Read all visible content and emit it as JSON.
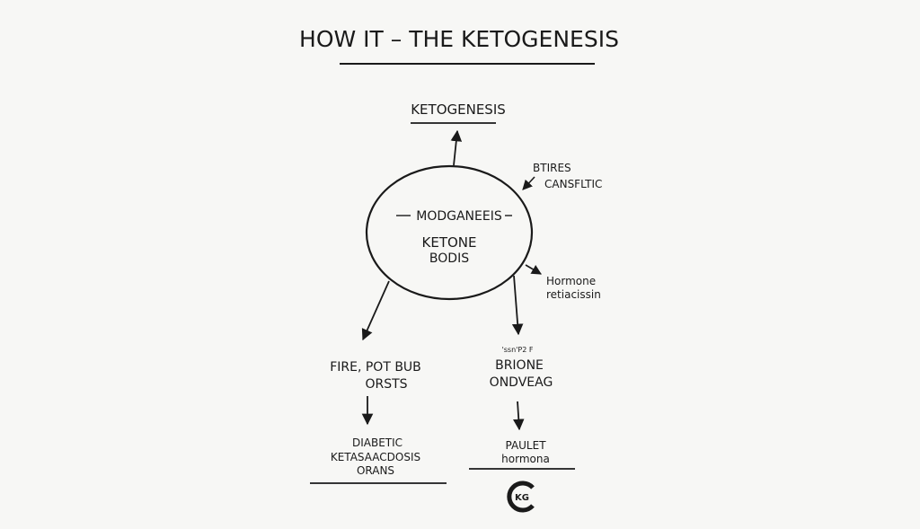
{
  "title": "HOW IT – THE KETOGENESIS",
  "top_label": "KETOGENESIS",
  "circle": {
    "line1": "MODGANEEIS",
    "line2": "KETONE",
    "line3": "BODIS"
  },
  "right_upper": {
    "line1": "BTIRES",
    "line2": "CANSFLTIC"
  },
  "right_lower": {
    "line1": "Hormone",
    "line2": "retiacissin"
  },
  "left_branch": {
    "line1": "FIRE, POT BUB",
    "line2": "ORSTS",
    "result1": "DIABETIC",
    "result2": "KETASAACDOSIS",
    "result3": "ORANS"
  },
  "right_branch": {
    "tag": "'ssn'P2 F",
    "line1": "BRIONE",
    "line2": "ONDVEAG",
    "result1": "PAULET",
    "result2": "hormona"
  },
  "logo_text": "KG",
  "colors": {
    "ink": "#1a1a1a",
    "paper": "#f7f7f5"
  }
}
